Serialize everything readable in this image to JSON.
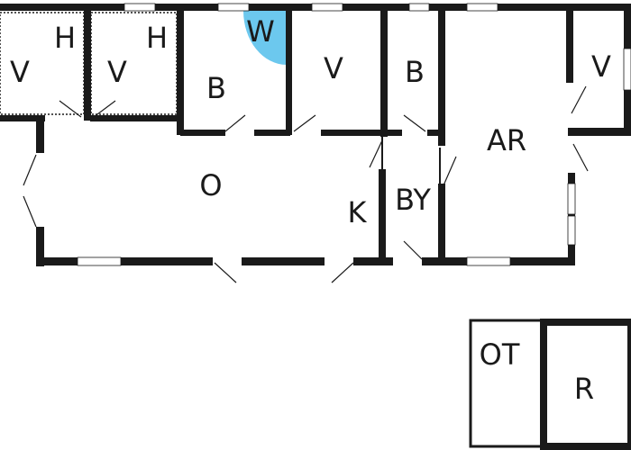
{
  "rooms": {
    "v1": "V",
    "h1": "H",
    "v2": "V",
    "h2": "H",
    "b1": "B",
    "w": "W",
    "v3": "V",
    "b2": "B",
    "ar": "AR",
    "v4": "V",
    "o": "O",
    "k": "K",
    "by": "BY",
    "ot": "OT",
    "r": "R"
  },
  "colors": {
    "wall": "#1a1a1a",
    "wet_area": "#6cc8ee",
    "background": "#ffffff"
  }
}
